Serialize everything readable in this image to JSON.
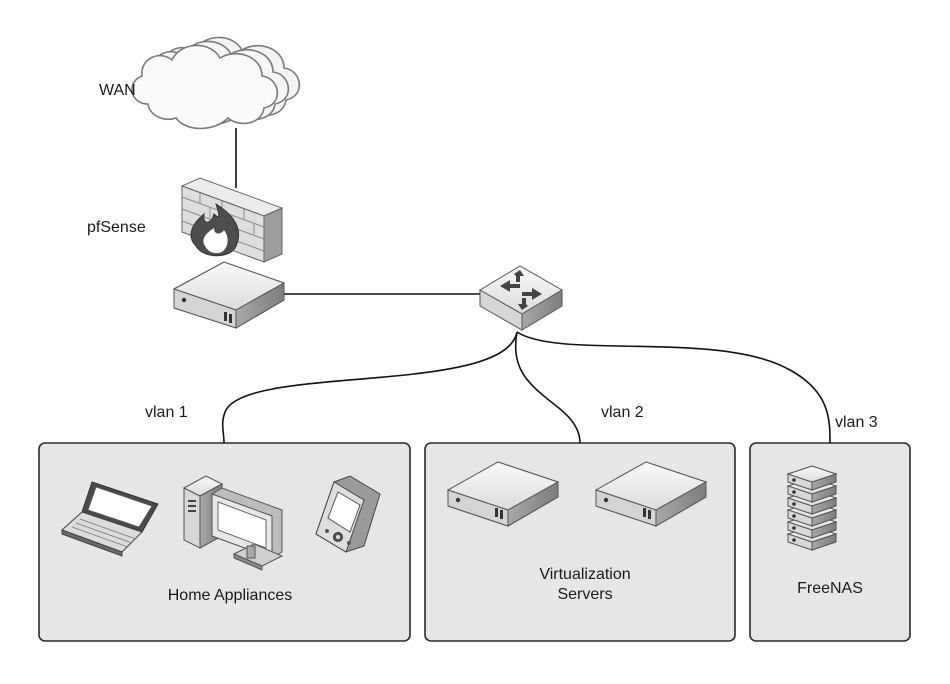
{
  "nodes": {
    "wan": {
      "label": "WAN"
    },
    "firewall": {
      "label": "pfSense"
    }
  },
  "vlans": [
    {
      "label": "vlan 1",
      "group": "Home Appliances"
    },
    {
      "label": "vlan 2",
      "group": "Virtualization Servers"
    },
    {
      "label": "vlan 3",
      "group": "FreeNAS"
    }
  ],
  "colors": {
    "line": "#111111",
    "group_fill": "#e8e8e8",
    "group_stroke": "#2b2b2b",
    "device_top": "#f2f2f2",
    "device_side": "#9a9a9a",
    "device_dark": "#4a4a4a",
    "flame": "#4d4d4d"
  },
  "icons": [
    "cloud-icon",
    "firewall-icon",
    "router-icon",
    "switch-icon",
    "laptop-icon",
    "desktop-icon",
    "pda-icon",
    "server-icon",
    "nas-rack-icon"
  ]
}
